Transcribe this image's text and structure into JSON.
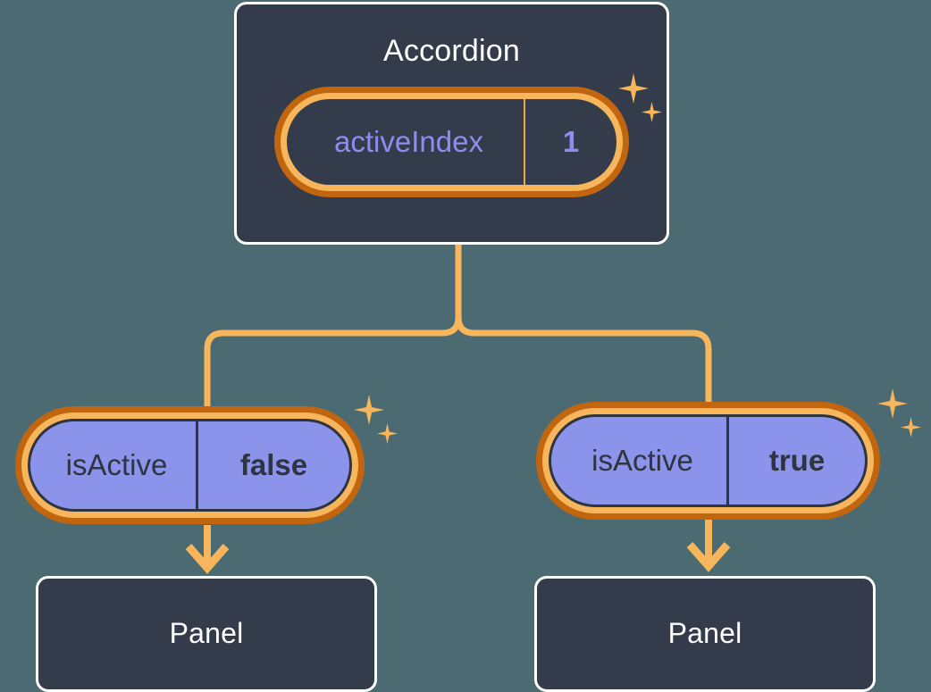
{
  "diagram": {
    "type": "component-tree",
    "background_color": "#4c6a72",
    "accent_highlight_color": "#f7b65c",
    "accent_ring_color": "#c2650f",
    "state_value_color": "#8b8ef0",
    "node_fill_color": "#343b4a",
    "node_border_color": "#ffffff"
  },
  "root": {
    "title": "Accordion",
    "state": {
      "key": "activeIndex",
      "value": "1"
    },
    "highlighted": true,
    "sparkle_icon": "sparkle-icon"
  },
  "children": [
    {
      "prop": {
        "key": "isActive",
        "value": "false"
      },
      "highlighted": true,
      "sparkle_icon": "sparkle-icon",
      "panel": {
        "title": "Panel"
      }
    },
    {
      "prop": {
        "key": "isActive",
        "value": "true"
      },
      "highlighted": true,
      "sparkle_icon": "sparkle-icon",
      "panel": {
        "title": "Panel"
      }
    }
  ]
}
